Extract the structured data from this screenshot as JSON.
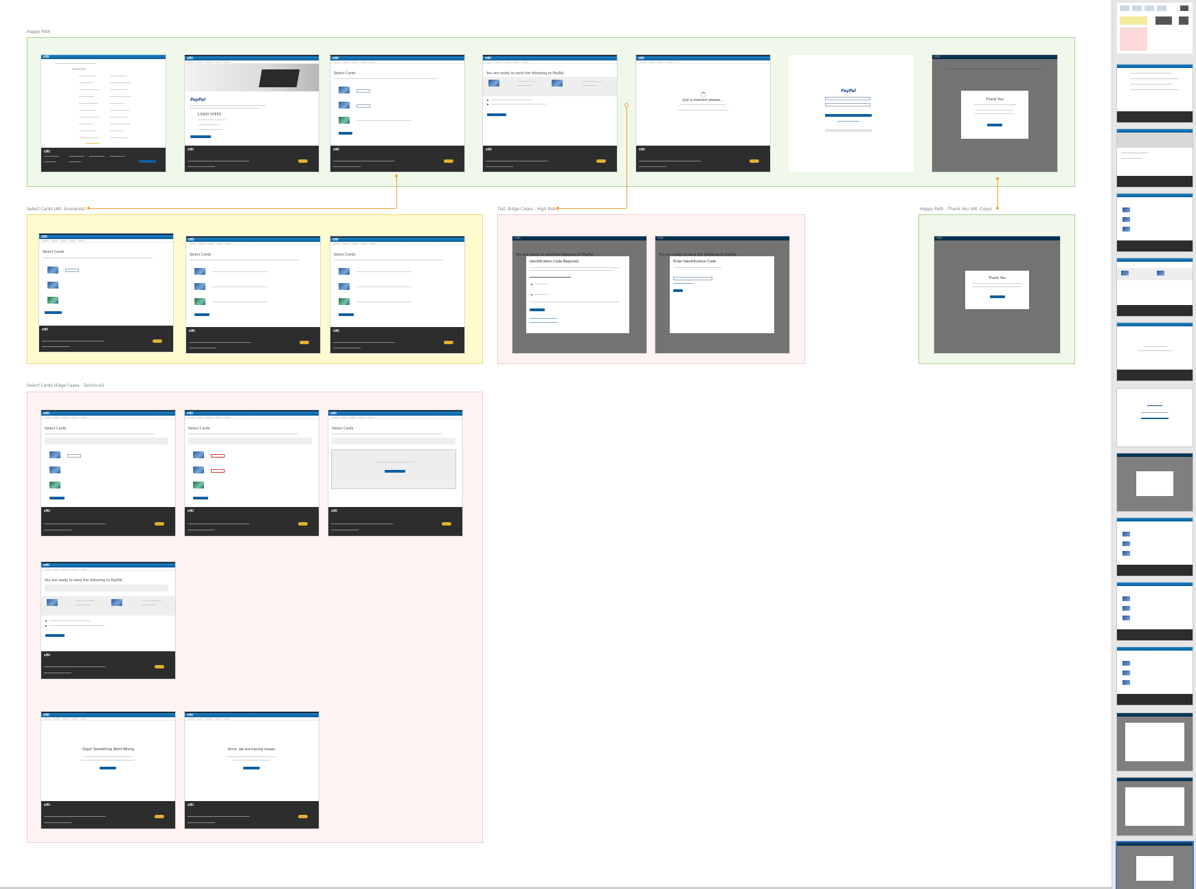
{
  "sections": {
    "happy_path": "Happy Path",
    "alt_scenarios": "Select Cards (Alt. Scenarios)",
    "tc_edge": "T&C (Edge Cases - High Risk)",
    "thank_you_alt": "Happy Path - Thank You (Alt. Copy)",
    "edge_technical": "Select Cards (Edge Cases - Technical)"
  },
  "brand": {
    "logo": "citi",
    "paypal": "PayPal"
  },
  "screens": {
    "select_cards": "Select Cards",
    "ready_to_send": "You are ready to send the following to PayPal:",
    "just_moment": "Just a moment please...",
    "easy_steps": "3 EASY STEPS",
    "thank_you": "Thank You",
    "id_required": "Identification Code Required",
    "enter_id": "Enter Identification Code",
    "went_wrong": "Oops! Something Went Wrong",
    "having_issues": "Sorry, we are having issues."
  },
  "colors": {
    "accent": "#0f5fa0",
    "connector": "#f0a030",
    "green_region": "#f0f8ea",
    "yellow_region": "#fffbcf",
    "pink_region": "#fff3f3"
  }
}
